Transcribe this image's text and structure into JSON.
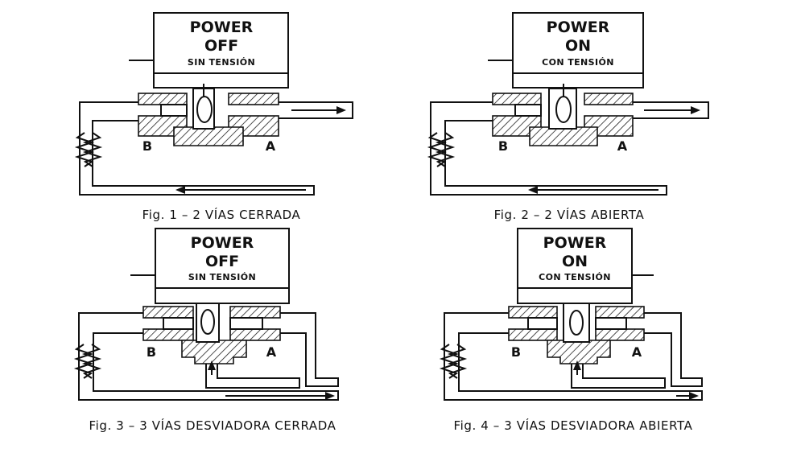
{
  "figures": [
    {
      "power_line1": "POWER",
      "power_line2": "OFF",
      "power_sub": "SIN TENSIÓN",
      "port_b": "B",
      "port_a": "A",
      "caption": "Fig. 1 – 2 VÍAS CERRADA"
    },
    {
      "power_line1": "POWER",
      "power_line2": "ON",
      "power_sub": "CON TENSIÓN",
      "port_b": "B",
      "port_a": "A",
      "caption": "Fig. 2 – 2 VÍAS ABIERTA"
    },
    {
      "power_line1": "POWER",
      "power_line2": "OFF",
      "power_sub": "SIN TENSIÓN",
      "port_b": "B",
      "port_a": "A",
      "caption": "Fig. 3 – 3 VÍAS DESVIADORA CERRADA"
    },
    {
      "power_line1": "POWER",
      "power_line2": "ON",
      "power_sub": "CON TENSIÓN",
      "port_b": "B",
      "port_a": "A",
      "caption": "Fig. 4 – 3 VÍAS DESVIADORA ABIERTA"
    }
  ]
}
